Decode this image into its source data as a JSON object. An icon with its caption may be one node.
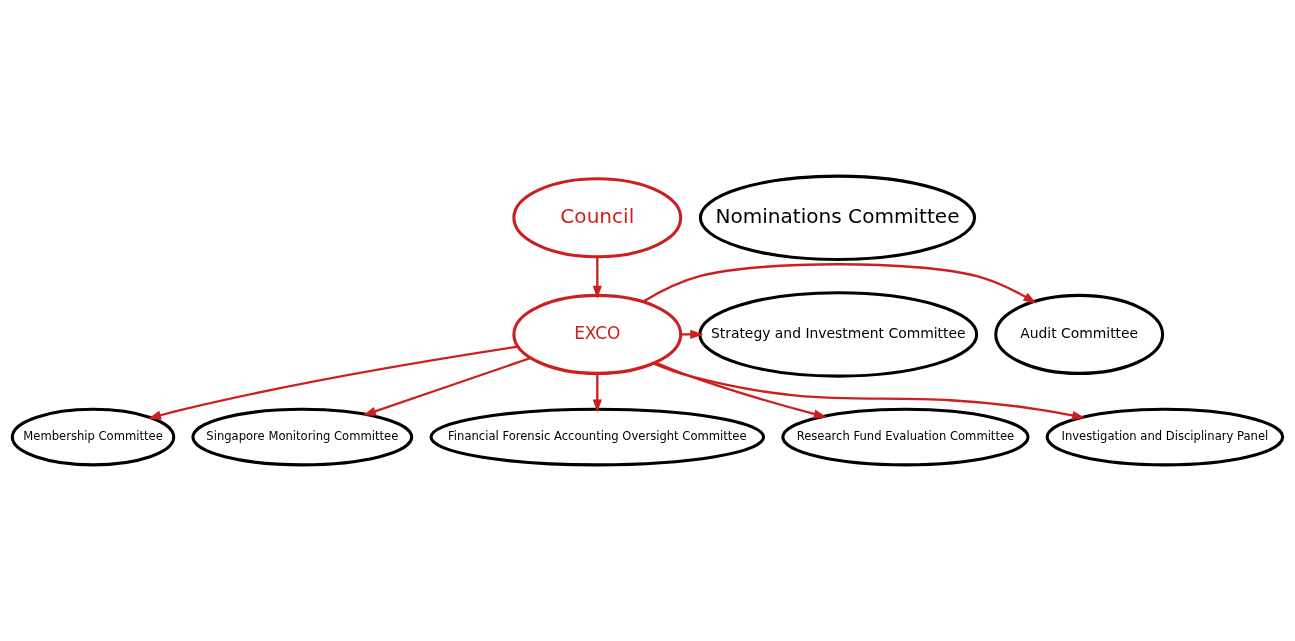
{
  "diagram": {
    "nodes": [
      {
        "text": [
          "Council"
        ]
      },
      {
        "text": [
          "Nominations Committee"
        ]
      },
      {
        "text": [
          "Audit Committee"
        ]
      },
      {
        "text": [
          "EXCO"
        ]
      },
      {
        "text": [
          "Strategy and Investment Committee"
        ]
      },
      {
        "text": [
          "Membership Committee"
        ]
      },
      {
        "text": [
          "Singapore Monitoring Committee"
        ]
      },
      {
        "text": [
          "Financial Forensic Accounting Oversight Committee"
        ]
      },
      {
        "text": [
          "Research Fund Evaluation Committee"
        ]
      },
      {
        "text": [
          "Investigation and Disciplinary Panel"
        ]
      }
    ],
    "edges": [
      {
        "from": 0,
        "to": 3,
        "arrow": "to"
      },
      {
        "from": 3,
        "to": 2,
        "arrow": "to"
      },
      {
        "from": 3,
        "to": 4,
        "arrow": "to"
      },
      {
        "from": 3,
        "to": 5,
        "arrow": "to"
      },
      {
        "from": 3,
        "to": 6,
        "arrow": "to"
      },
      {
        "from": 3,
        "to": 7,
        "arrow": "to"
      },
      {
        "from": 3,
        "to": 8,
        "arrow": "to"
      },
      {
        "from": 3,
        "to": 9,
        "arrow": "to"
      }
    ]
  }
}
